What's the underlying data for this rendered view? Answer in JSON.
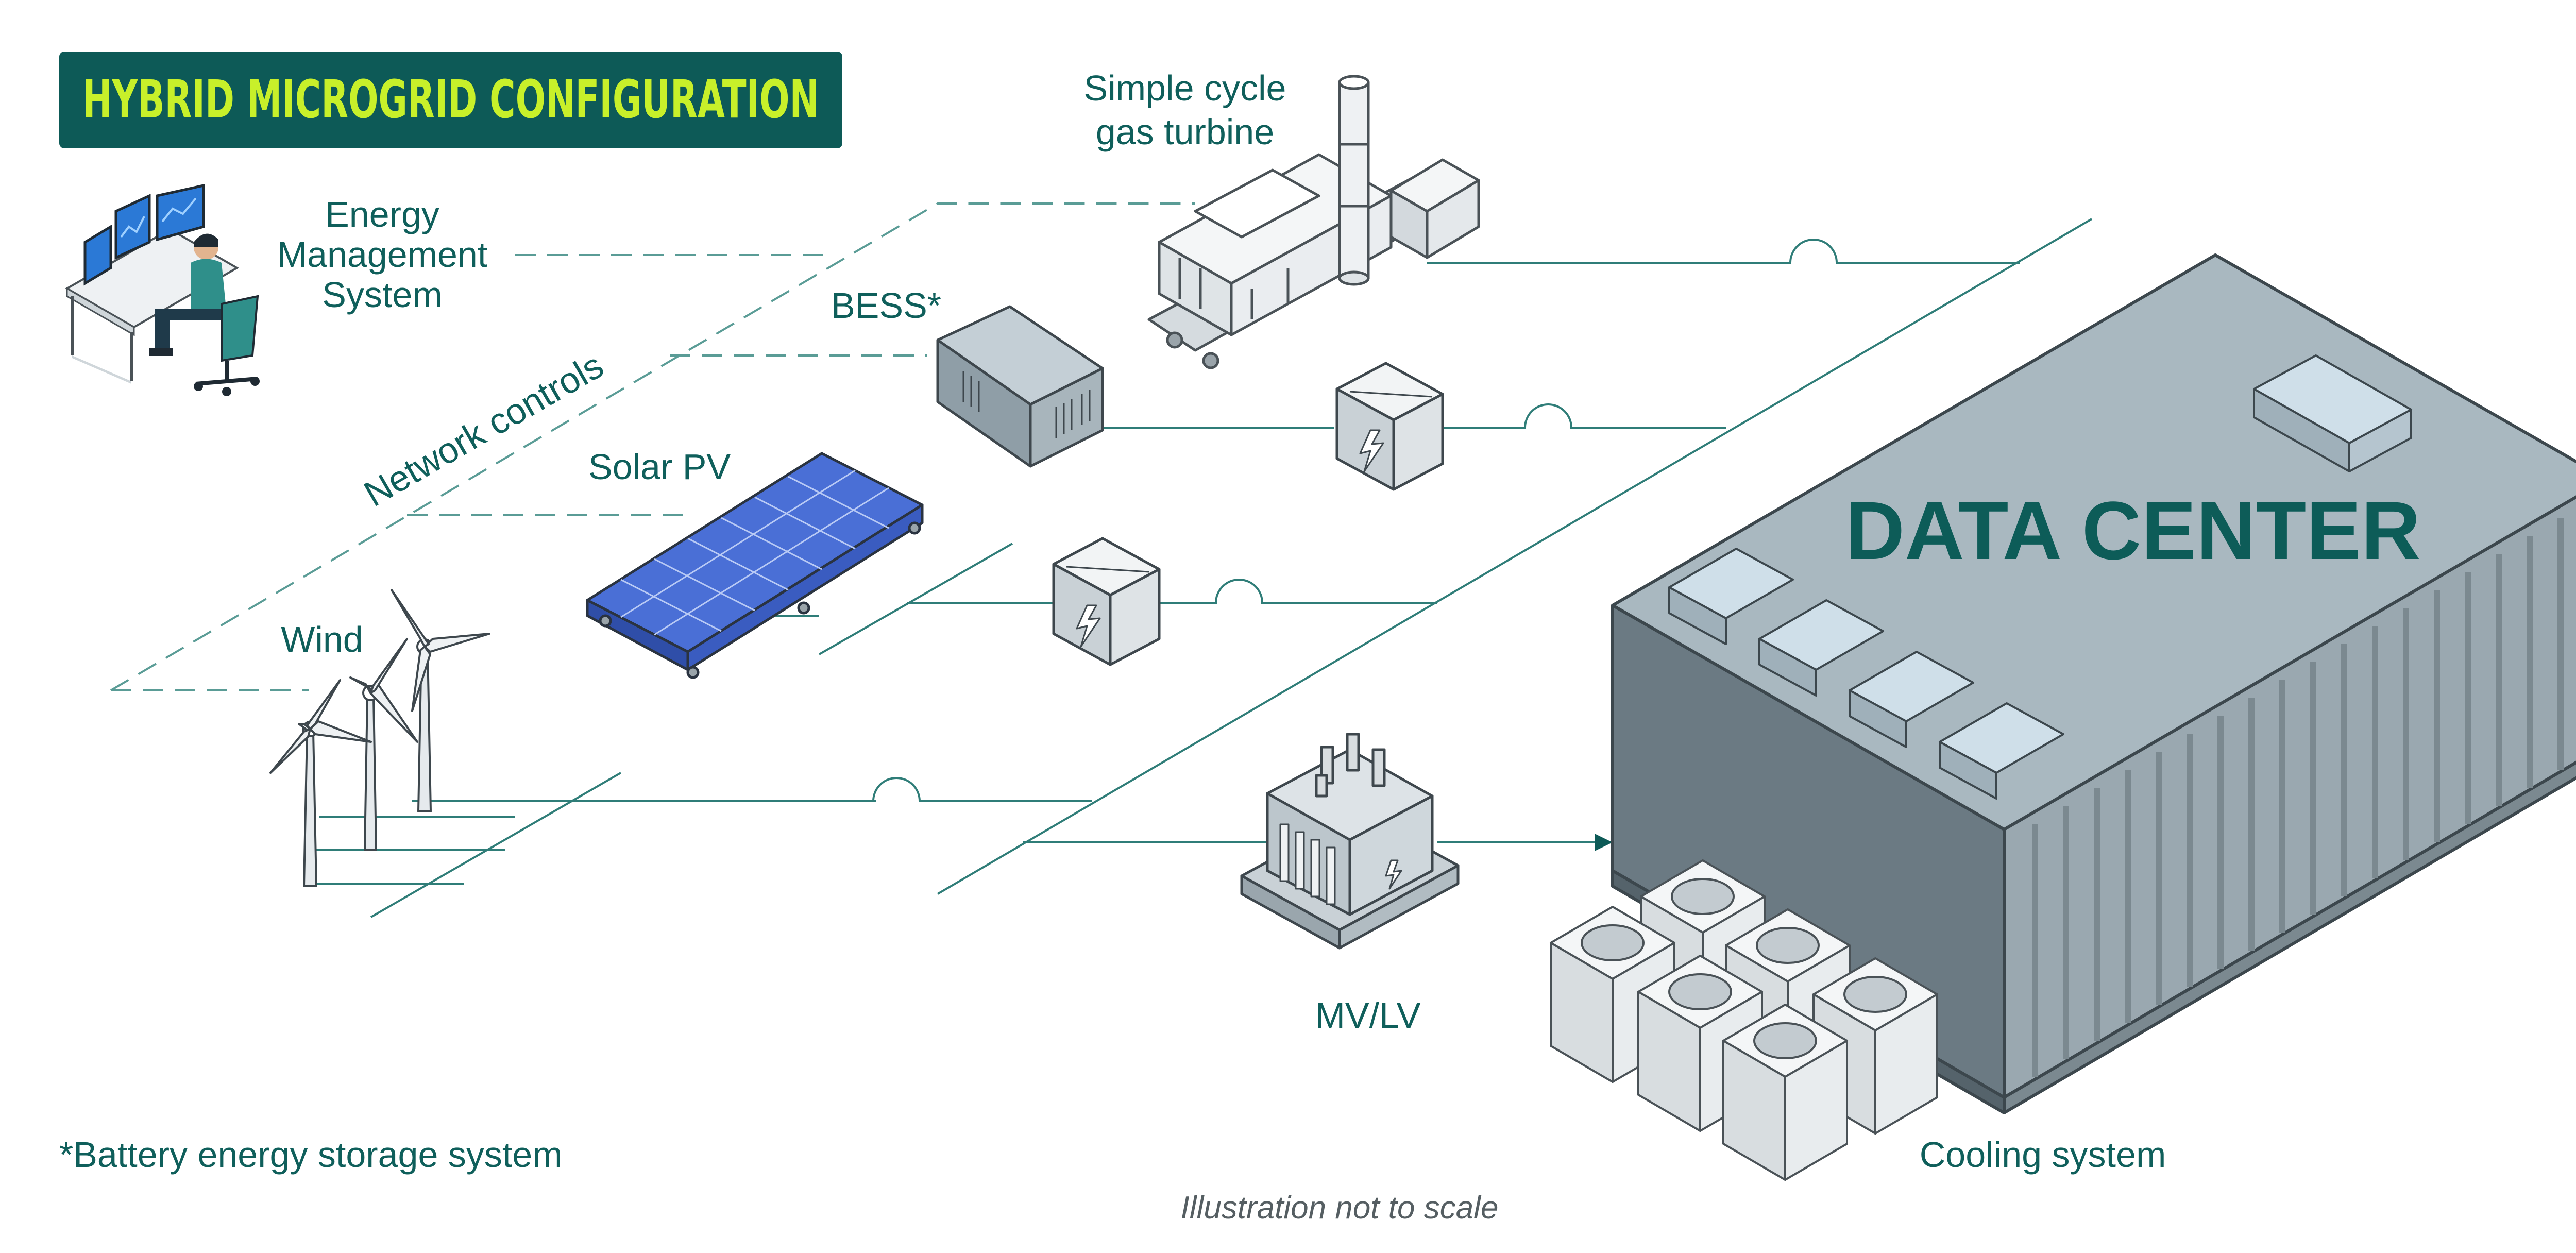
{
  "title": "HYBRID MICROGRID CONFIGURATION",
  "labels": {
    "gas_turbine_line1": "Simple cycle",
    "gas_turbine_line2": "gas turbine",
    "ems_line1": "Energy",
    "ems_line2": "Management",
    "ems_line3": "System",
    "bess": "BESS*",
    "network_controls": "Network controls",
    "solar": "Solar PV",
    "wind": "Wind",
    "transformer": "MV/LV",
    "data_center": "DATA CENTER",
    "cooling": "Cooling system"
  },
  "footnote": "*Battery energy storage system",
  "disclaimer": "Illustration not to scale",
  "colors": {
    "title_bg": "#0d5a57",
    "title_text": "#c8f02a",
    "label_text": "#0f5f5b",
    "line": "#2f7d78",
    "data_center_top": "#a9b8c0",
    "data_center_side": "#6b7a83",
    "solar_panel": "#4a6fd6"
  }
}
